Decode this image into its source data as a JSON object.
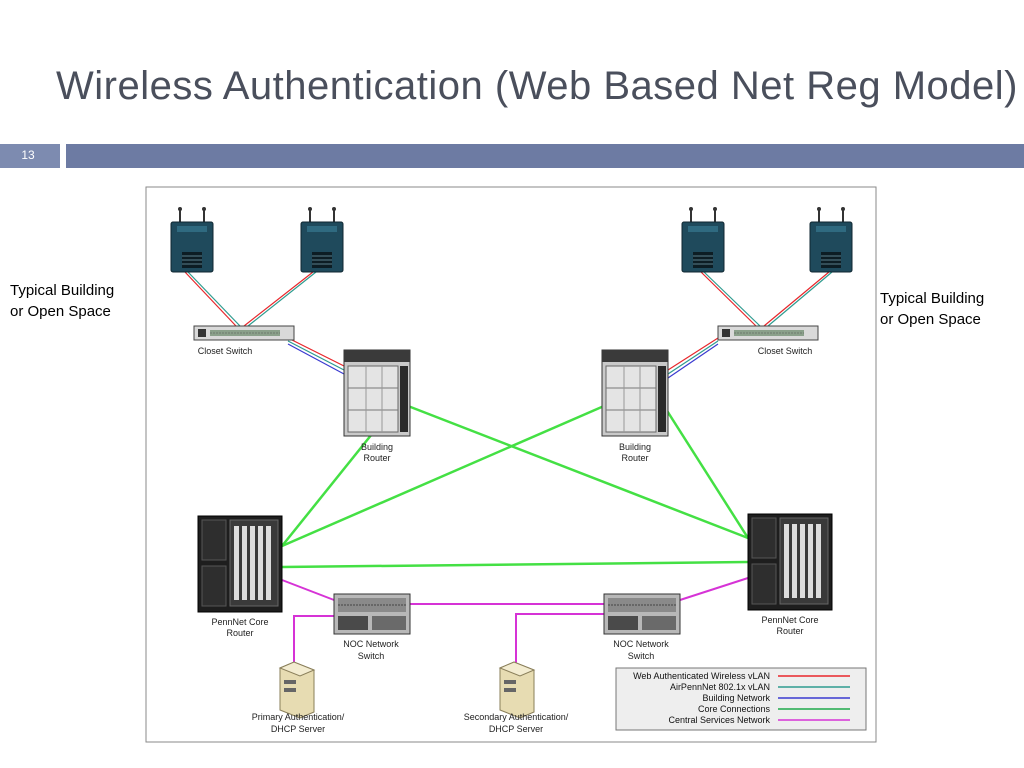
{
  "slide": {
    "title": "Wireless Authentication (Web Based Net Reg Model)",
    "page_number": "13"
  },
  "side_labels": {
    "left": [
      "Typical Building",
      "or Open Space"
    ],
    "right": [
      "Typical Building",
      "or Open Space"
    ]
  },
  "nodes": {
    "closet_switch_left": "Closet Switch",
    "closet_switch_right": "Closet Switch",
    "building_router_left": [
      "Building",
      "Router"
    ],
    "building_router_right": [
      "Building",
      "Router"
    ],
    "core_router_left": [
      "PennNet Core",
      "Router"
    ],
    "core_router_right": [
      "PennNet Core",
      "Router"
    ],
    "noc_switch_left": [
      "NOC Network",
      "Switch"
    ],
    "noc_switch_right": [
      "NOC Network",
      "Switch"
    ],
    "primary_server": [
      "Primary Authentication/",
      "DHCP Server"
    ],
    "secondary_server": [
      "Secondary Authentication/",
      "DHCP Server"
    ]
  },
  "legend": [
    {
      "label": "Web Authenticated Wireless vLAN",
      "color": "#e8262b"
    },
    {
      "label": "AirPennNet 802.1x vLAN",
      "color": "#2e9b8f"
    },
    {
      "label": "Building Network",
      "color": "#3a3ad0"
    },
    {
      "label": "Core Connections",
      "color": "#1fa84a"
    },
    {
      "label": "Central Services Network",
      "color": "#d633d6"
    }
  ],
  "colors": {
    "core_link": "#44e044",
    "central_services": "#d633d6",
    "wireless_vlan": "#e8262b",
    "dot1x_vlan": "#2e9b8f",
    "building_network": "#3a3ad0"
  }
}
